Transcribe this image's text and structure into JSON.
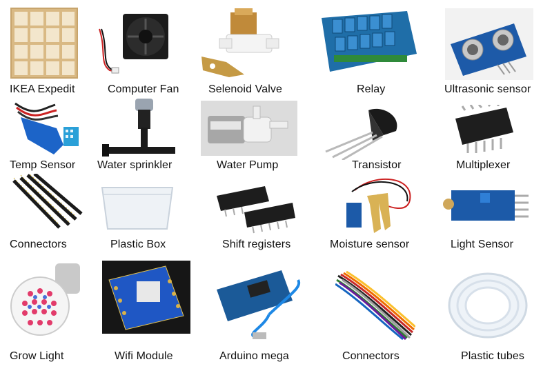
{
  "items": [
    {
      "label": "IKEA Expedit",
      "icon": "shelf-icon"
    },
    {
      "label": "Computer Fan",
      "icon": "fan-icon"
    },
    {
      "label": "Selenoid Valve",
      "icon": "valve-icon"
    },
    {
      "label": "Relay",
      "icon": "relay-board-icon"
    },
    {
      "label": "Ultrasonic sensor",
      "icon": "ultrasonic-sensor-icon"
    },
    {
      "label": "Temp Sensor",
      "icon": "temp-sensor-icon"
    },
    {
      "label": "Water sprinkler",
      "icon": "sprinkler-icon"
    },
    {
      "label": "Water Pump",
      "icon": "pump-icon"
    },
    {
      "label": "Transistor",
      "icon": "transistor-icon"
    },
    {
      "label": "Multiplexer",
      "icon": "ic-chip-icon"
    },
    {
      "label": "Connectors",
      "icon": "pin-header-icon"
    },
    {
      "label": "Plastic Box",
      "icon": "plastic-box-icon"
    },
    {
      "label": "Shift registers",
      "icon": "shift-register-icon"
    },
    {
      "label": "Moisture sensor",
      "icon": "moisture-sensor-icon"
    },
    {
      "label": "Light Sensor",
      "icon": "light-sensor-icon"
    },
    {
      "label": "Grow Light",
      "icon": "grow-light-icon"
    },
    {
      "label": "Wifi Module",
      "icon": "wifi-module-icon"
    },
    {
      "label": "Arduino mega",
      "icon": "arduino-board-icon"
    },
    {
      "label": "Connectors",
      "icon": "jumper-wires-icon"
    },
    {
      "label": "Plastic tubes",
      "icon": "tube-coil-icon"
    }
  ]
}
